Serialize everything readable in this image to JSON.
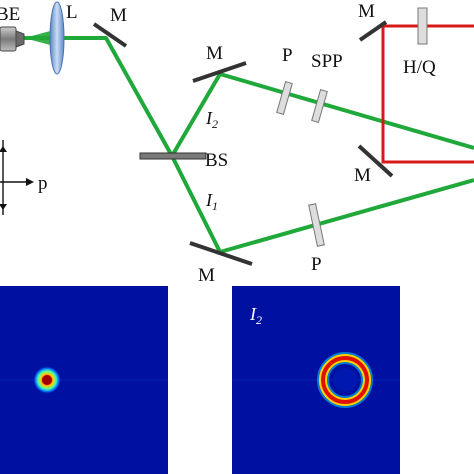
{
  "colors": {
    "beam": "#20a83a",
    "interferometer": "#d81818",
    "component": "#333333",
    "plate": "#dddddd",
    "lens": "#8fb1e0",
    "colormap_background": "#0010a0"
  },
  "labels": {
    "beam_expander": "BE",
    "lens": "L",
    "mirror": "M",
    "beam_splitter": "BS",
    "polarizer": "P",
    "spiral_phase_plate": "SPP",
    "waveplate": "H/Q",
    "path_2": "I",
    "path_2_sub": "2",
    "path_1": "I",
    "path_1_sub": "1",
    "polarization_axis": "p"
  },
  "panels": [
    {
      "label": "",
      "sub": "",
      "profile": "gaussian-spot"
    },
    {
      "label": "I",
      "sub": "2",
      "profile": "vortex-ring"
    }
  ],
  "icons": {
    "beam_expander": "objective-icon",
    "lens": "lens-icon",
    "axis": "axes-icon"
  }
}
